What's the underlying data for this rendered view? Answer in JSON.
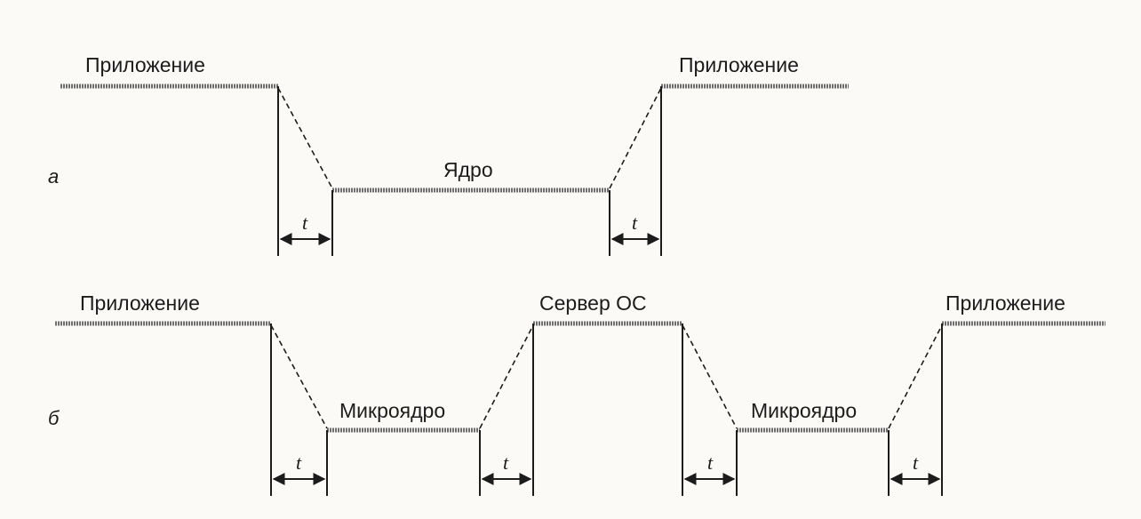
{
  "diagram_a": {
    "part_label": "а",
    "app_left": "Приложение",
    "app_right": "Приложение",
    "kernel": "Ядро",
    "t_left": "t",
    "t_right": "t"
  },
  "diagram_b": {
    "part_label": "б",
    "app_left": "Приложение",
    "server": "Сервер ОС",
    "app_right": "Приложение",
    "microkernel_1": "Микроядро",
    "microkernel_2": "Микроядро",
    "t_1": "t",
    "t_2": "t",
    "t_3": "t",
    "t_4": "t"
  },
  "colors": {
    "line": "#1c1c1c",
    "level": "#6e6e6e",
    "background": "#fbfaf6"
  }
}
